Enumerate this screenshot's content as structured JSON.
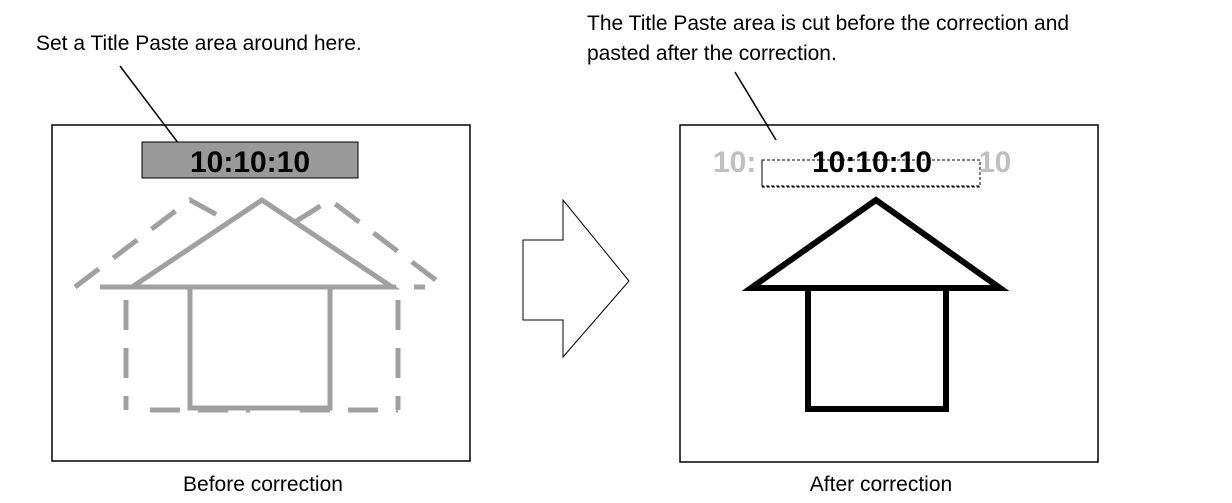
{
  "left_note": "Set a Title Paste area around here.",
  "right_note_line1": "The Title Paste area is cut before the correction and",
  "right_note_line2": "pasted after the correction.",
  "before": {
    "timestamp": "10:10:10",
    "caption": "Before correction"
  },
  "after": {
    "timestamp": "10:10:10",
    "ghost_left": "10:",
    "ghost_right": "10",
    "caption": "After correction"
  },
  "colors": {
    "gray_fill": "#999999",
    "house_gray": "#a0a0a0",
    "ghost_text": "#c0c0c0",
    "black": "#000000"
  }
}
